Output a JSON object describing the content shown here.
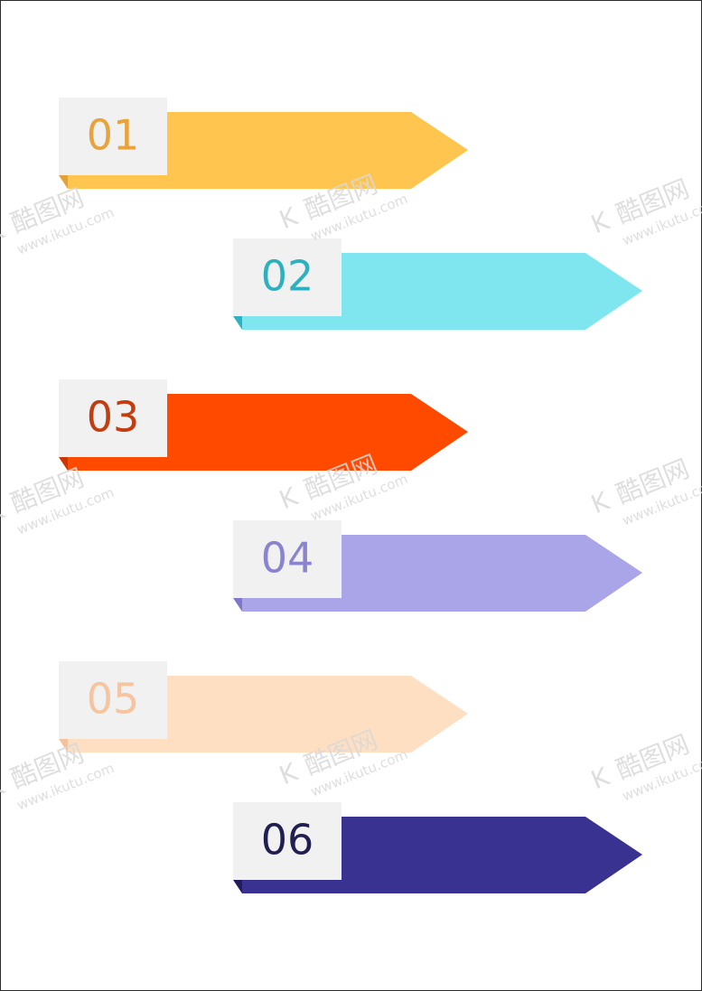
{
  "steps": [
    {
      "label": "01",
      "bar_color": "#ffc54f",
      "shadow_color": "#e0a23a",
      "text_color": "#e8a33a"
    },
    {
      "label": "02",
      "bar_color": "#7fe6ef",
      "shadow_color": "#2fb3c1",
      "text_color": "#2fb0bf"
    },
    {
      "label": "03",
      "bar_color": "#ff4a00",
      "shadow_color": "#c93800",
      "text_color": "#c23d10"
    },
    {
      "label": "04",
      "bar_color": "#aaa5e8",
      "shadow_color": "#7f78c8",
      "text_color": "#8a84d0"
    },
    {
      "label": "05",
      "bar_color": "#ffdfc2",
      "shadow_color": "#f3c29a",
      "text_color": "#f6c49e"
    },
    {
      "label": "06",
      "bar_color": "#3a3291",
      "shadow_color": "#221c5e",
      "text_color": "#211e52"
    }
  ],
  "watermark": {
    "cn": "酷图网",
    "url": "www.ikutu.com",
    "logo_icon": "k-logo-icon"
  },
  "label_box_color": "#f1f1f1"
}
